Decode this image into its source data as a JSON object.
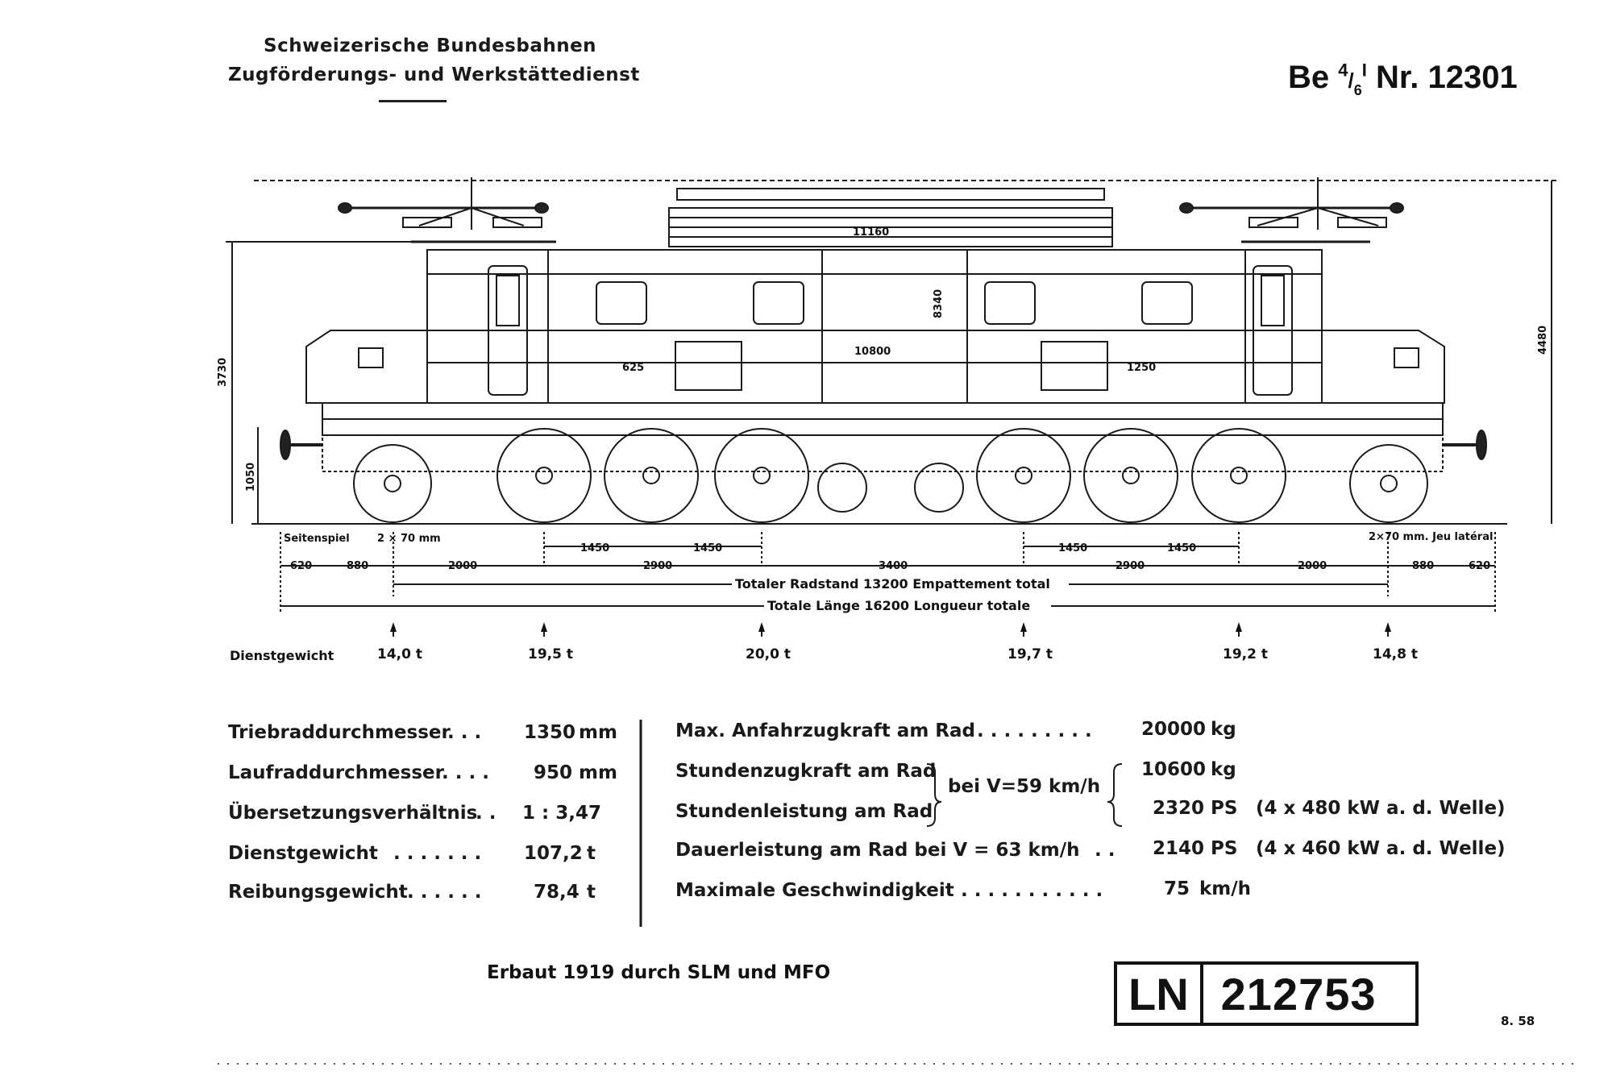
{
  "header": {
    "org_line1": "Schweizerische Bundesbahnen",
    "org_line2": "Zugförderungs- und Werkstättedienst",
    "loco_prefix": "Be",
    "loco_frac_num": "4",
    "loco_frac_den": "6",
    "loco_number": "Nr. 12301"
  },
  "dimensions": {
    "roof_length": "11160",
    "body_length": "10800",
    "height_body": "3730",
    "height_total": "4480",
    "height_axle": "1050",
    "height_side": "8340",
    "d625": "625",
    "d1250": "1250",
    "side_play_left": "Seitenspiel",
    "side_play_value_left": "2 × 70 mm",
    "side_play_right": "2×70 mm. Jeu latéral",
    "bogie_spacing": [
      "1450",
      "1450",
      "1450",
      "1450"
    ],
    "axle_row": [
      "620",
      "880",
      "2000",
      "2900",
      "3400",
      "2900",
      "2000",
      "880",
      "620"
    ],
    "wheelbase": "Totaler Radstand 13200 Empattement total",
    "total_length": "Totale Länge 16200 Longueur totale"
  },
  "weights": {
    "label": "Dienstgewicht",
    "axles": [
      "14,0 t",
      "19,5 t",
      "20,0 t",
      "19,7 t",
      "19,2 t",
      "14,8 t"
    ]
  },
  "specs_left": [
    {
      "label": "Triebraddurchmesser",
      "dots": ". . .",
      "value": "1350",
      "unit": "mm"
    },
    {
      "label": "Laufraddurchmesser",
      "dots": ". . . .",
      "value": "950",
      "unit": "mm"
    },
    {
      "label": "Übersetzungsverhältnis",
      "dots": ". .",
      "value": "1 : 3,47",
      "unit": ""
    },
    {
      "label": "Dienstgewicht",
      "dots": ". . . . . . .",
      "value": "107,2",
      "unit": "t"
    },
    {
      "label": "Reibungsgewicht",
      "dots": ". . . . . .",
      "value": "78,4",
      "unit": "t"
    }
  ],
  "specs_right": {
    "row1_label": "Max. Anfahrzugkraft am Rad",
    "row1_dots": ". . . . . . . . .",
    "row1_value": "20000",
    "row1_unit": "kg",
    "row2_label": "Stundenzugkraft  am  Rad",
    "row3_label": "Stundenleistung  am  Rad",
    "row23_cond": "bei V=59 km/h",
    "row2_value": "10600",
    "row2_unit": "kg",
    "row3_value": "2320",
    "row3_unit": "PS",
    "row3_note": "(4 x 480 kW a. d. Welle)",
    "row4_label": "Dauerleistung  am  Rad  bei  V = 63 km/h",
    "row4_dots": ". .",
    "row4_value": "2140",
    "row4_unit": "PS",
    "row4_note": "(4 x 460 kW a. d. Welle)",
    "row5_label": "Maximale Geschwindigkeit",
    "row5_dots": ". . . . . . . . . . .",
    "row5_value": "75",
    "row5_unit": "km/h"
  },
  "footer": {
    "built": "Erbaut 1919 durch SLM und MFO",
    "ln_prefix": "LN",
    "ln_number": "212753",
    "date_code": "8. 58"
  }
}
